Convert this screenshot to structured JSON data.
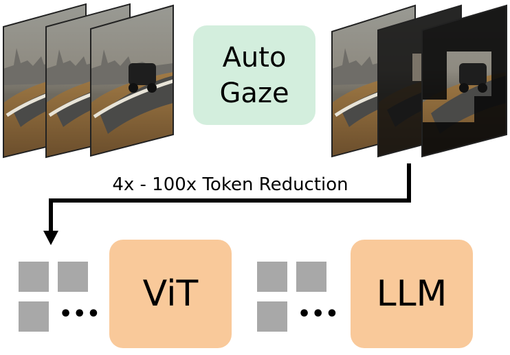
{
  "autogaze": {
    "line1": "Auto",
    "line2": "Gaze"
  },
  "arrow": {
    "label": "4x - 100x Token Reduction"
  },
  "vit": {
    "label": "ViT"
  },
  "llm": {
    "label": "LLM"
  },
  "token_grid": {
    "ellipsis": "•••"
  },
  "colors": {
    "autogaze_fill": "#d3eedd",
    "model_fill": "#f9c99a",
    "token_fill": "#a8a8a8",
    "bolt_fill": "#f3f02a"
  },
  "icons": {
    "model_badge": "lightning-bolt-icon"
  }
}
